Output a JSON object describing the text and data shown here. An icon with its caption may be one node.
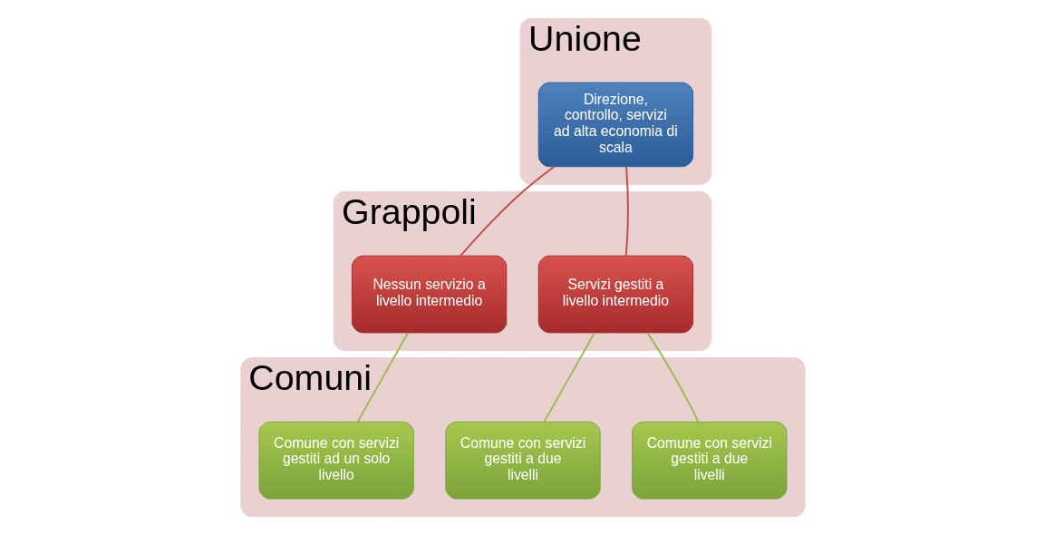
{
  "diagram": {
    "nodes": [
      {
        "text": [
          "Unione"
        ]
      },
      {
        "text": [
          "Direzione, controllo, servizi ad alta economia di scala"
        ],
        "in": 0
      },
      {
        "text": [
          "Grappoli"
        ]
      },
      {
        "text": [
          "Servizi gestiti a livello intermedio"
        ],
        "in": 2
      },
      {
        "text": [
          "Nessun servizio a livello intermedio"
        ],
        "in": 2
      },
      {
        "text": [
          "Comuni"
        ]
      },
      {
        "text": [
          "Comune con servizi gestiti a due livelli"
        ],
        "in": 5
      },
      {
        "text": [
          "Comune con servizi gestiti a due livelli"
        ],
        "in": 5
      },
      {
        "text": [
          "Comune con servizi gestiti ad un solo livello"
        ],
        "in": 5
      }
    ],
    "edges": [
      {
        "from": 1,
        "to": 3,
        "arrow": "none",
        "color": "#c0504d"
      },
      {
        "from": 1,
        "to": 4,
        "arrow": "none",
        "color": "#c0504d"
      },
      {
        "from": 3,
        "to": 6,
        "arrow": "none"
      },
      {
        "from": 3,
        "to": 7,
        "arrow": "none"
      },
      {
        "from": 4,
        "to": 8,
        "arrow": "none"
      }
    ]
  }
}
